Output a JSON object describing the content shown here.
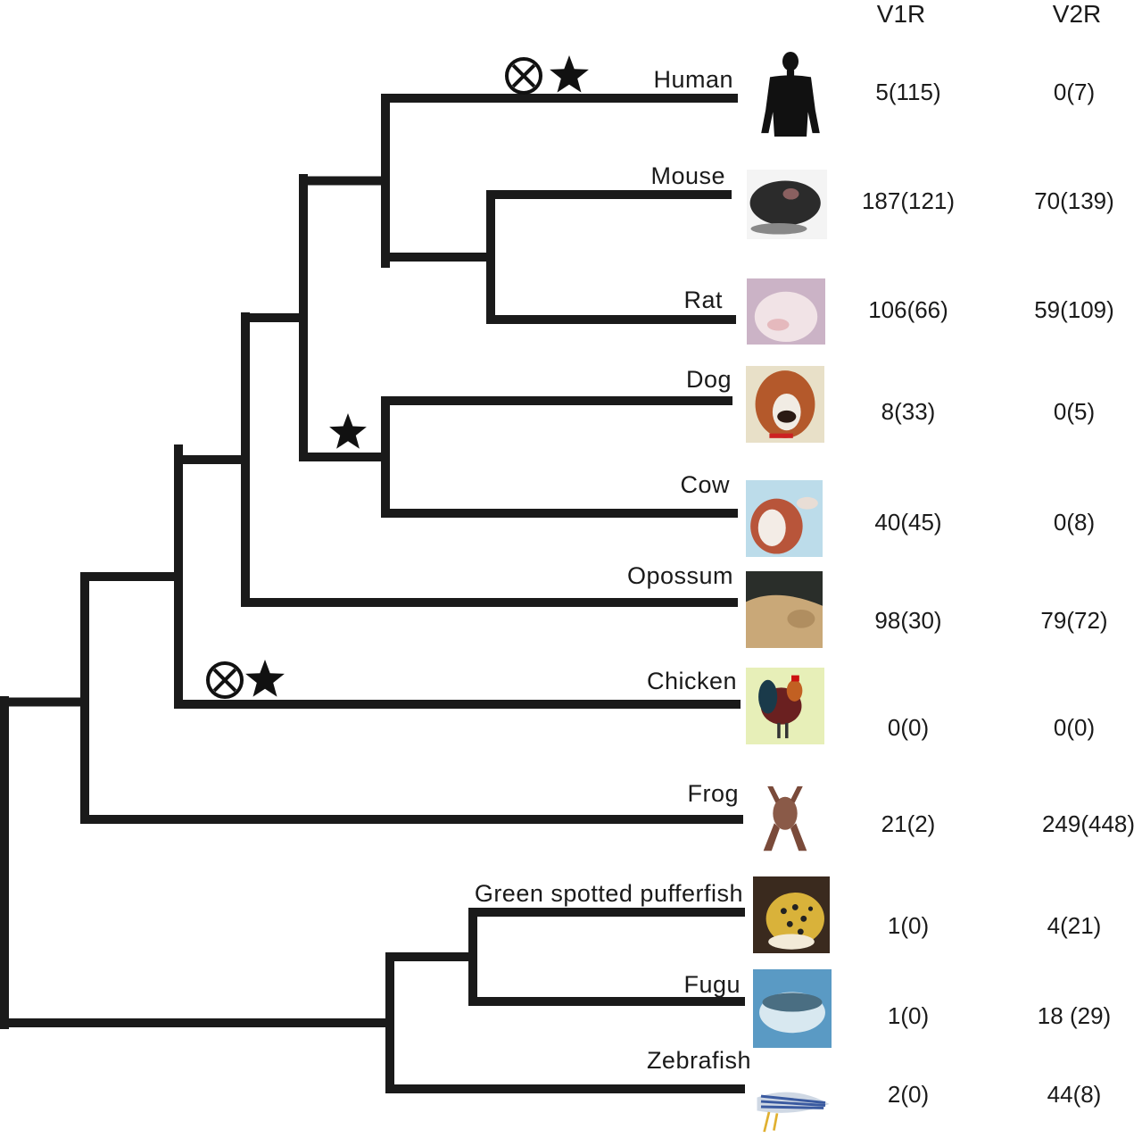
{
  "headers": {
    "v1r": "V1R",
    "v2r": "V2R"
  },
  "species": [
    {
      "name": "Human",
      "v1r": "5(115)",
      "v2r": "0(7)",
      "icon": "human-silhouette-icon",
      "color": "#1a1a1a"
    },
    {
      "name": "Mouse",
      "v1r": "187(121)",
      "v2r": "70(139)",
      "icon": "mouse-photo-icon",
      "color": "#3a3a3a"
    },
    {
      "name": "Rat",
      "v1r": "106(66)",
      "v2r": "59(109)",
      "icon": "rat-photo-icon",
      "color": "#d9c7d4"
    },
    {
      "name": "Dog",
      "v1r": "8(33)",
      "v2r": "0(5)",
      "icon": "dog-photo-icon",
      "color": "#b5562c"
    },
    {
      "name": "Cow",
      "v1r": "40(45)",
      "v2r": "0(8)",
      "icon": "cow-photo-icon",
      "color": "#c98a6a"
    },
    {
      "name": "Opossum",
      "v1r": "98(30)",
      "v2r": "79(72)",
      "icon": "opossum-photo-icon",
      "color": "#c9a878"
    },
    {
      "name": "Chicken",
      "v1r": "0(0)",
      "v2r": "0(0)",
      "icon": "chicken-photo-icon",
      "color": "#7a2a2a"
    },
    {
      "name": "Frog",
      "v1r": "21(2)",
      "v2r": "249(448)",
      "icon": "frog-photo-icon",
      "color": "#8a5a48"
    },
    {
      "name": "Green spotted pufferfish",
      "v1r": "1(0)",
      "v2r": "4(21)",
      "icon": "pufferfish-photo-icon",
      "color": "#d9b23a"
    },
    {
      "name": "Fugu",
      "v1r": "1(0)",
      "v2r": "18 (29)",
      "icon": "fugu-photo-icon",
      "color": "#6fa8cc"
    },
    {
      "name": "Zebrafish",
      "v1r": "2(0)",
      "v2r": "44(8)",
      "icon": "zebrafish-photo-icon",
      "color": "#4a78a8"
    }
  ],
  "markers": [
    {
      "branch": "Human",
      "symbols": [
        "circled-x-icon",
        "star-icon"
      ]
    },
    {
      "branch": "Dog+Cow",
      "symbols": [
        "star-icon"
      ]
    },
    {
      "branch": "Chicken",
      "symbols": [
        "circled-x-icon",
        "star-icon"
      ]
    }
  ]
}
